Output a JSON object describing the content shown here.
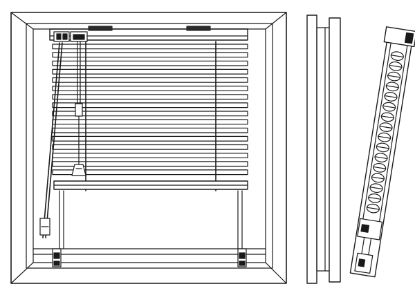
{
  "drawing": {
    "views": [
      "front-view",
      "frame-side-profile",
      "blind-side-section"
    ],
    "slat_count": 16,
    "section_slat_count": 16,
    "colors": {
      "line": "#1a1a1a",
      "fill": "#ffffff",
      "shade": "#cfcfcf",
      "dark": "#2a2a2a"
    }
  }
}
